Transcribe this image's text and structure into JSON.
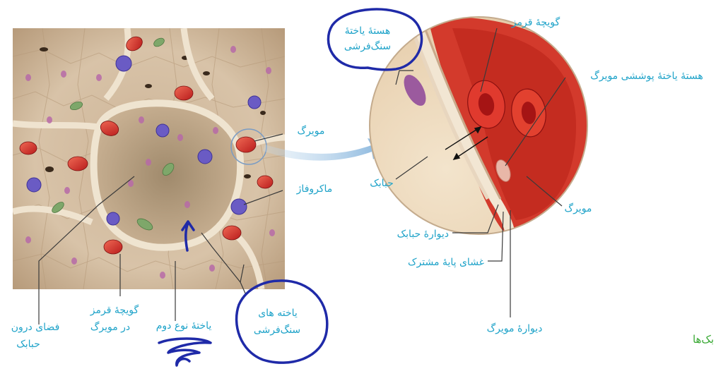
{
  "labels": {
    "alveolar_space": [
      "فضای درون",
      "حبابک"
    ],
    "rbc_in_capillary": [
      "گویچهٔ قرمز",
      "در مویرگ"
    ],
    "type2_cell": "یاختهٔ نوع دوم",
    "squamous_cells": [
      "یاخته های",
      "سنگ‌فرشی"
    ],
    "capillary_left": "مویرگ",
    "macrophage": "ماکروفاژ",
    "squamous_nucleus": [
      "هستهٔ یاختهٔ",
      "سنگ‌فرشی"
    ],
    "red_blood_cell": "گویچهٔ قرمز",
    "endothelial_nucleus": "هستهٔ یاختهٔ پوششی مویرگ",
    "alveolus": "حبابک",
    "capillary_right": "مویرگ",
    "alveolar_wall": "دیوارهٔ حبابک",
    "basement_membrane": "غشای پایهٔ مشترک",
    "capillary_wall": "دیوارهٔ مویرگ",
    "corner_fragment": "بک‌ها"
  },
  "colors": {
    "label": "#1fa3c9",
    "fragment": "#3aa935",
    "annotation_pen": "#1f2aa8",
    "tissue": "#d9c3a8",
    "blood": "#d42a2a",
    "macrophage": "#6a5bc4",
    "nucleus": "#b76aa8"
  },
  "icons": [
    "zoom-arrow-icon",
    "gas-exchange-arrows-icon",
    "hand-drawn-circle-icon",
    "hand-drawn-arrow-icon",
    "scribble-icon"
  ]
}
